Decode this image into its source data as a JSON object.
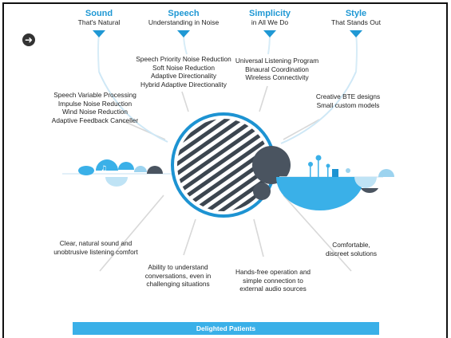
{
  "columns": [
    {
      "title": "Sound",
      "subtitle": "That's Natural"
    },
    {
      "title": "Speech",
      "subtitle": "Understanding in Noise"
    },
    {
      "title": "Simplicity",
      "subtitle": "in All We Do"
    },
    {
      "title": "Style",
      "subtitle": "That Stands Out"
    }
  ],
  "features": {
    "sound": [
      "Speech Variable Processing",
      "Impulse Noise Reduction",
      "Wind Noise Reduction",
      "Adaptive Feedback Canceller"
    ],
    "speech": [
      "Speech Priority Noise Reduction",
      "Soft Noise Reduction",
      "Adaptive Directionality",
      "Hybrid Adaptive Directionality"
    ],
    "simplicity": [
      "Universal Listening Program",
      "Binaural Coordination",
      "Wireless Connectivity"
    ],
    "style": [
      "Creative BTE designs",
      "Small custom models"
    ]
  },
  "benefits": {
    "sound": [
      "Clear, natural sound and",
      "unobtrusive listening comfort"
    ],
    "speech": [
      "Ability to understand",
      "conversations, even in",
      "challenging situations"
    ],
    "simplicity": [
      "Hands-free operation and",
      "simple connection to",
      "external audio sources"
    ],
    "style": [
      "Comfortable,",
      "discreet solutions"
    ]
  },
  "footer": {
    "label": "Delighted Patients"
  },
  "icons": {
    "nav": "arrow-right-circle-icon",
    "music": "music-note-icon"
  },
  "colors": {
    "accent": "#1f98d4",
    "bar": "#3ab0e8",
    "light_blue": "#bfe3f5",
    "dark_gray": "#4a5460"
  }
}
